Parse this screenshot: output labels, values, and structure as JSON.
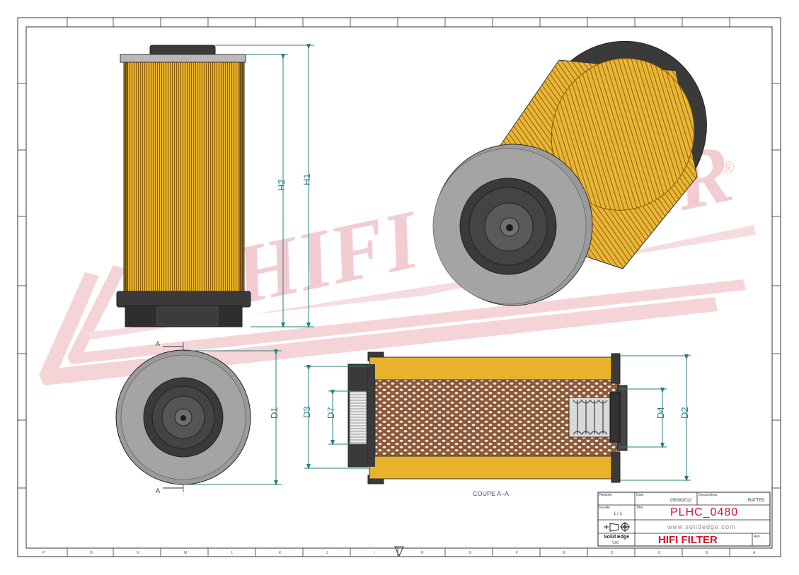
{
  "drawing": {
    "watermark": "HIFI FILTER",
    "watermark_registered": "®",
    "section_label": "COUPE A–A",
    "section_markers": [
      "A",
      "A"
    ],
    "dimensions": {
      "front_view": [
        "H2",
        "H1"
      ],
      "end_view": [
        "D1"
      ],
      "section_view": [
        "D3",
        "D7",
        "D4",
        "D2"
      ]
    },
    "border_letters_bottom": [
      "P",
      "O",
      "N",
      "M",
      "L",
      "K",
      "J",
      "I",
      "H",
      "G",
      "F",
      "E",
      "D",
      "C",
      "B",
      "A"
    ],
    "colors": {
      "media": "#e8b32a",
      "media_dark": "#b07a10",
      "endcap": "#3a3a3a",
      "endplate": "#9a9a9a",
      "dimension": "#2a7f80",
      "watermark": "#f2c6cc",
      "brand_red": "#d4142a"
    }
  },
  "title_block": {
    "field_labels": {
      "relative": "Relative",
      "date": "Date",
      "designer": "Dessinateur",
      "sheet": "Feuille",
      "title": "Titre",
      "revision": "Rev."
    },
    "date": "05/09/2012",
    "designer": "RATTED",
    "sheet": "1 / 1",
    "title": "PLHC_0480",
    "website": "www.solidedge.com",
    "software": "Solid Edge",
    "software_sub": "V20",
    "brand": "HIFI FILTER"
  }
}
